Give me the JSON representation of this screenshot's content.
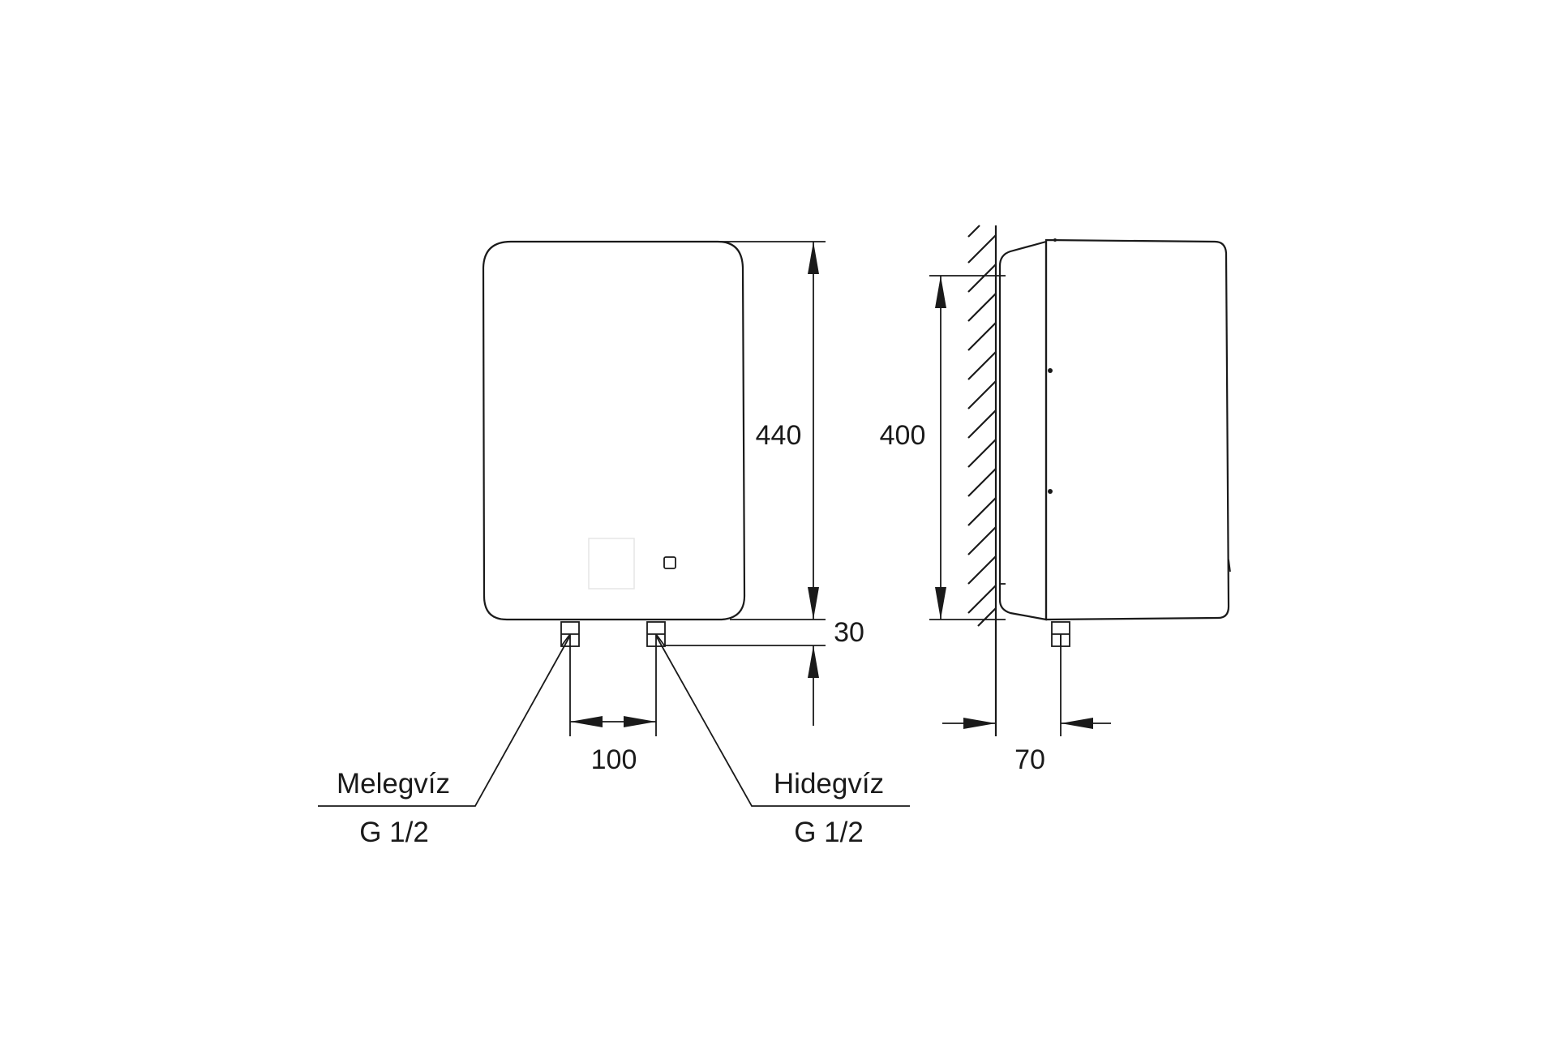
{
  "front_view": {
    "height_label": "440",
    "connection_offset_label": "30",
    "connection_spacing_label": "100"
  },
  "side_view": {
    "height_label": "400",
    "depth_label": "70"
  },
  "connections": {
    "hot": {
      "name": "Melegvíz",
      "thread": "G 1/2"
    },
    "cold": {
      "name": "Hidegvíz",
      "thread": "G 1/2"
    }
  },
  "colors": {
    "line": "#1a1a1a",
    "background": "#ffffff"
  }
}
